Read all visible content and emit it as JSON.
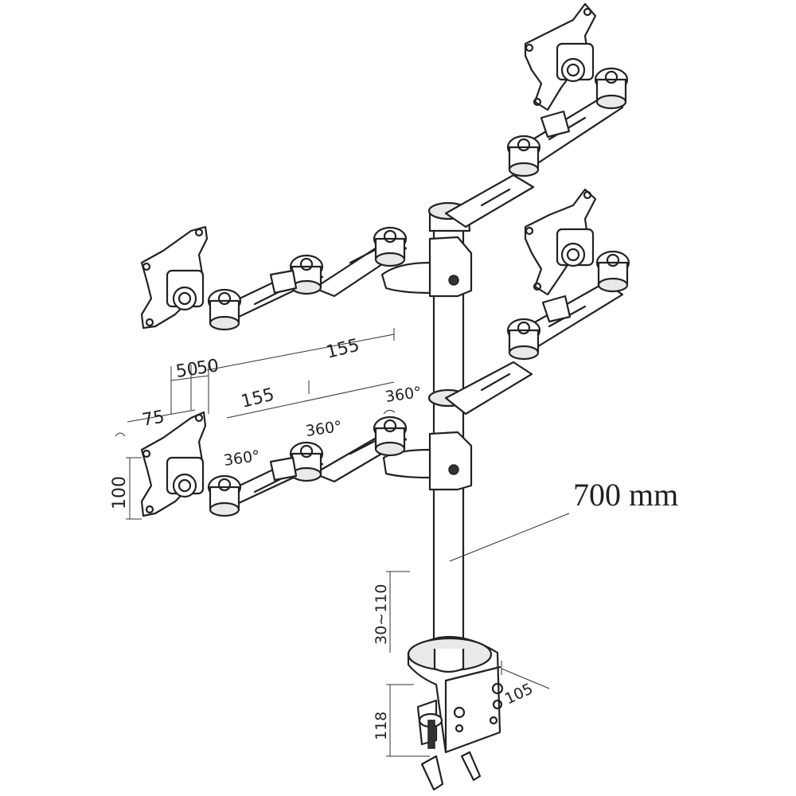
{
  "labels": {
    "pole_length": "700 mm",
    "offset_a": "50",
    "offset_b": "50",
    "arm_segment_upper": "155",
    "arm_segment_lower": "155",
    "vesa_width": "75",
    "vesa_height": "100",
    "rotation_1": "360°",
    "rotation_2": "360°",
    "rotation_3": "360°",
    "clamp_range": "30~110",
    "clamp_height": "118",
    "clamp_depth": "105"
  }
}
